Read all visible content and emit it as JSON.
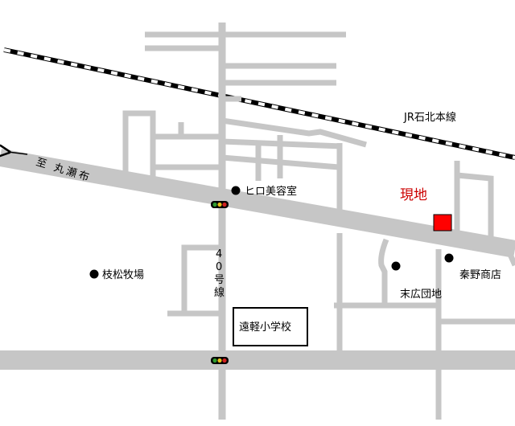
{
  "map": {
    "railway_label": "JR石北本線",
    "direction_label": "至 丸瀬布",
    "site_label": "現地",
    "route_label": [
      "4",
      "0",
      "号",
      "線"
    ],
    "landmarks": {
      "salon": "ヒロ美容室",
      "shop": "秦野商店",
      "field": "枝松牧場",
      "lot": "末広団地",
      "school": "遠軽小学校"
    },
    "colors": {
      "road": "#c6c6c6",
      "site_marker": "#ff0000",
      "site_text": "#cc0000",
      "signal_green": "#2e9a2e",
      "signal_yellow": "#e6c21a",
      "signal_red": "#d02020"
    }
  }
}
